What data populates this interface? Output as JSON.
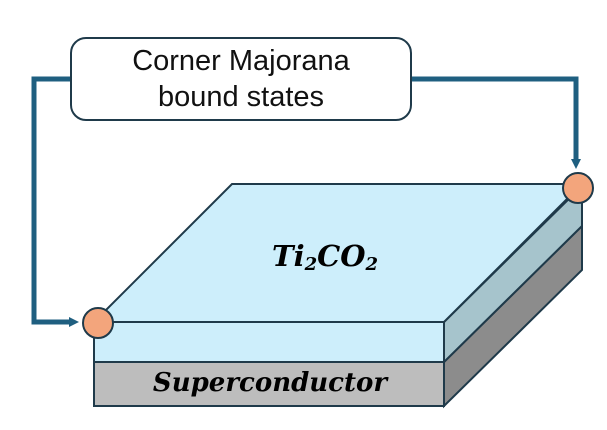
{
  "callout": {
    "line1": "Corner Majorana",
    "line2": "bound states"
  },
  "material": {
    "element1": "Ti",
    "sub1": "2",
    "element2": "CO",
    "sub2": "2"
  },
  "substrate": {
    "label": "Superconductor"
  },
  "colors": {
    "arrow": "#1f5f80",
    "slab_top": "#cdeefb",
    "slab_side": "#a6c4cc",
    "substrate_front": "#bdbdbd",
    "substrate_side": "#8c8c8c",
    "corner_state": "#f3a57c",
    "outline": "#1f3a4a"
  }
}
